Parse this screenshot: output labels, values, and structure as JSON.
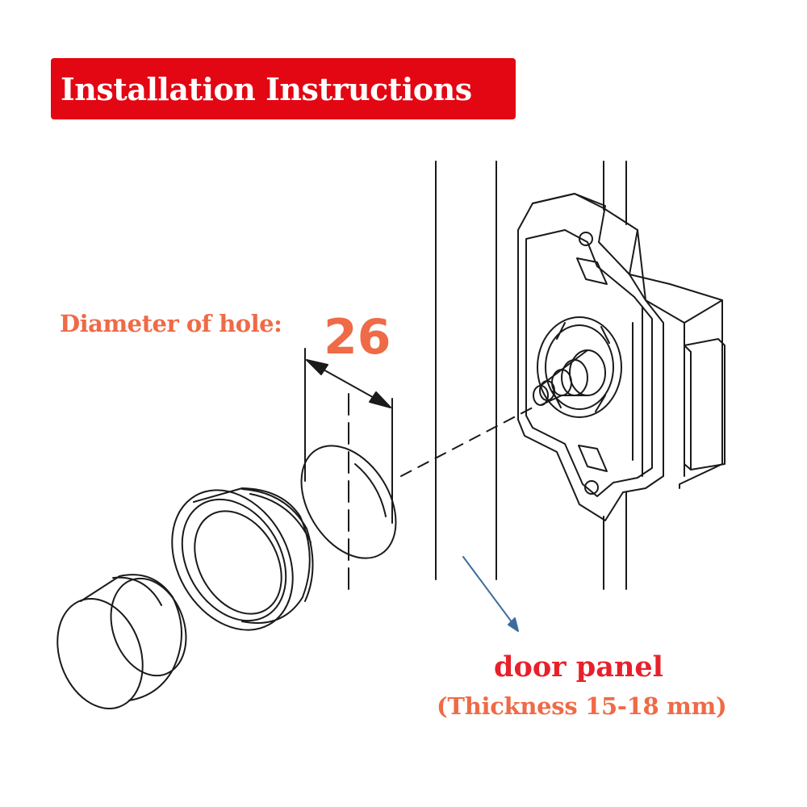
{
  "title": "Installation Instructions",
  "hole": {
    "label": "Diameter of hole:",
    "value": "26"
  },
  "panel": {
    "label": "door panel",
    "thickness": "(Thickness 15-18 mm)"
  },
  "colors": {
    "banner": "#e30613",
    "accent_orange": "#ef6a46",
    "accent_red": "#e8202a",
    "arrow_blue": "#3d6d9e",
    "line": "#1a1a1a"
  }
}
